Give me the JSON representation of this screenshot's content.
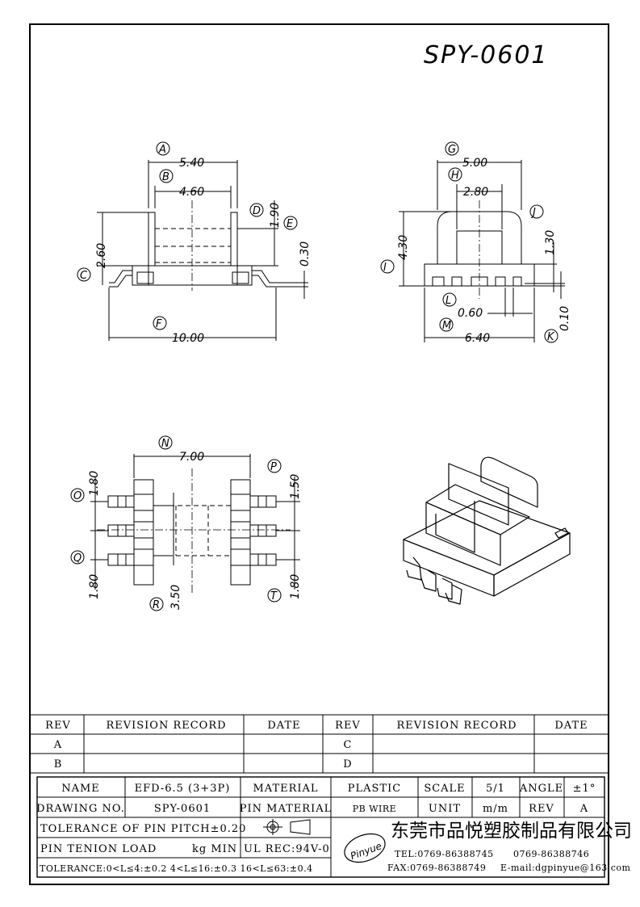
{
  "part_number": "SPY-0601",
  "front_view": {
    "A": {
      "label": "A",
      "value": "5.40"
    },
    "B": {
      "label": "B",
      "value": "4.60"
    },
    "C": {
      "label": "C",
      "value": "2.60"
    },
    "D": {
      "label": "D",
      "value": "1.90"
    },
    "E": {
      "label": "E",
      "value": "0.30"
    },
    "F": {
      "label": "F",
      "value": "10.00"
    }
  },
  "side_view": {
    "G": {
      "label": "G",
      "value": "5.00"
    },
    "H": {
      "label": "H",
      "value": "2.80"
    },
    "I": {
      "label": "I",
      "value": "4.30"
    },
    "J": {
      "label": "J",
      "value": "1.30"
    },
    "K": {
      "label": "K",
      "value": "0.10"
    },
    "L": {
      "label": "L",
      "value": "0.60"
    },
    "M": {
      "label": "M",
      "value": "6.40"
    }
  },
  "bottom_view": {
    "N": {
      "label": "N",
      "value": "7.00"
    },
    "O": {
      "label": "O",
      "value": "1.80"
    },
    "P": {
      "label": "P",
      "value": "1.50"
    },
    "Q": {
      "label": "Q",
      "value": "1.80"
    },
    "R": {
      "label": "R",
      "value": "3.50"
    },
    "T": {
      "label": "T",
      "value": "1.80"
    }
  },
  "revision_table": {
    "headers": [
      "REV",
      "REVISION RECORD",
      "DATE",
      "REV",
      "REVISION RECORD",
      "DATE"
    ],
    "rows": [
      [
        "A",
        "",
        "",
        "C",
        "",
        ""
      ],
      [
        "B",
        "",
        "",
        "D",
        "",
        ""
      ]
    ]
  },
  "title_block": {
    "name_label": "NAME",
    "name_value": "EFD-6.5 (3+3P)",
    "material_label": "MATERIAL",
    "material_value": "PLASTIC",
    "scale_label": "SCALE",
    "scale_value": "5/1",
    "angle_label": "ANGLE",
    "angle_value": "±1°",
    "drawing_no_label": "DRAWING NO.",
    "drawing_no_value": "SPY-0601",
    "pin_material_label": "PIN MATERIAL",
    "pin_material_value": "PB WIRE",
    "unit_label": "UNIT",
    "unit_value": "m/m",
    "rev_label": "REV",
    "rev_value": "A",
    "tolerance_pitch": "TOLERANCE OF PIN PITCH±0.20",
    "pin_tension": "PIN TENION LOAD",
    "pin_tension_unit": "kg MIN",
    "ul_rec": "UL REC:94V-0",
    "tolerance_general": "TOLERANCE:0<L≤4:±0.2  4<L≤16:±0.3  16<L≤63:±0.4",
    "logo_text": "Pinyue",
    "company_name": "东莞市品悦塑胶制品有限公司",
    "tel": "TEL:0769-86388745",
    "tel2": "0769-86388746",
    "fax": "FAX:0769-86388749",
    "email": "E-mail:dgpinyue@163.com"
  }
}
